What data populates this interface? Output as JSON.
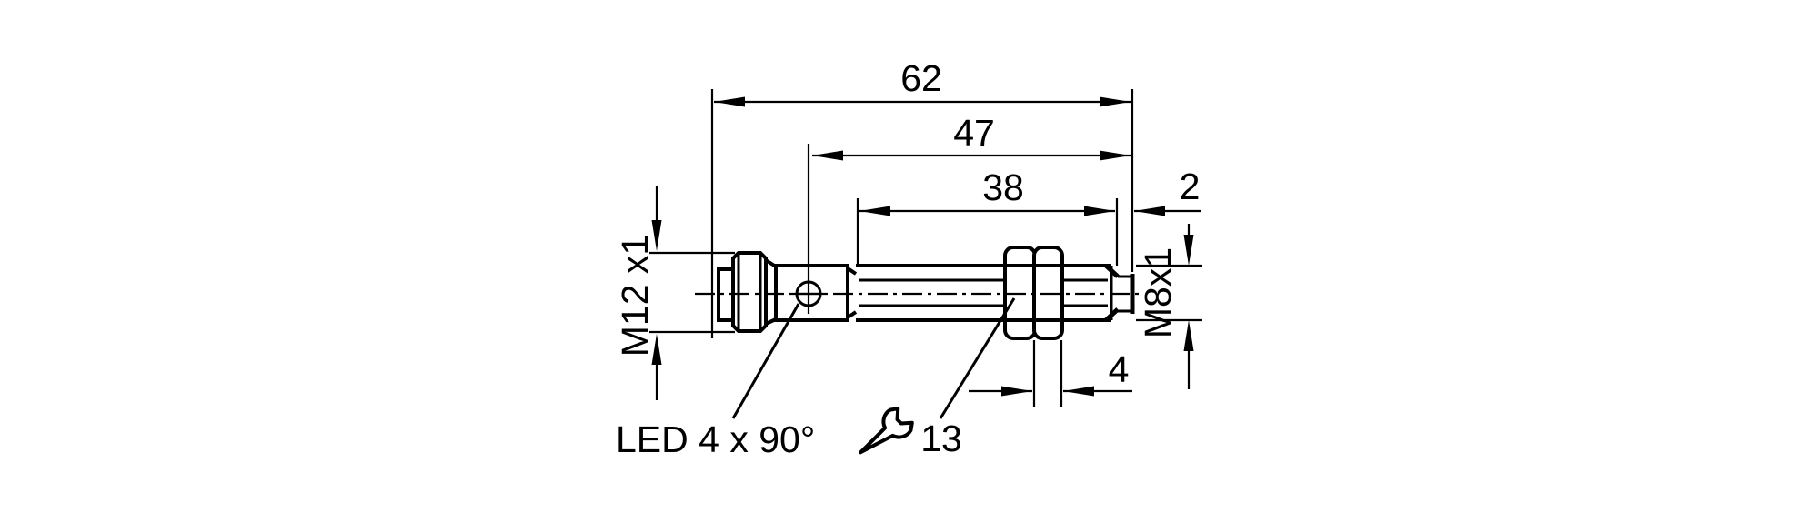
{
  "drawing": {
    "kind": "sensor-dimension-drawing",
    "colors": {
      "line": "#000000",
      "background": "#ffffff"
    },
    "dimensions": {
      "total_length": "62",
      "length_to_led": "47",
      "thread_length": "38",
      "tip_length": "2",
      "nut_thickness": "4",
      "wrench_size": "13"
    },
    "labels": {
      "led_note": "LED 4 x 90°",
      "connector_thread": "M12 x1",
      "barrel_thread": "M8x1"
    }
  }
}
